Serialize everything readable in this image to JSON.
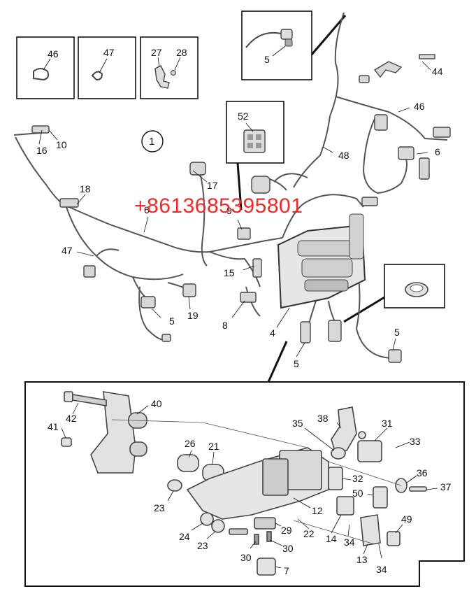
{
  "diagram": {
    "figure_ref": "1",
    "watermark": "+8613685395801",
    "callouts": {
      "c46a": "46",
      "c47a": "47",
      "c27": "27",
      "c28": "28",
      "c5a": "5",
      "c44": "44",
      "c46b": "46",
      "c16": "16",
      "c10": "10",
      "c6a": "6",
      "c52": "52",
      "c48": "48",
      "c17": "17",
      "c18": "18",
      "c6b": "6",
      "c9": "9",
      "c47b": "47",
      "c15": "15",
      "c5b": "5",
      "c19": "19",
      "c8": "8",
      "c4": "4",
      "c5c": "5",
      "c5d": "5",
      "c40": "40",
      "c42": "42",
      "c41": "41",
      "c26": "26",
      "c21": "21",
      "c38": "38",
      "c35": "35",
      "c31": "31",
      "c33": "33",
      "c32": "32",
      "c36": "36",
      "c37": "37",
      "c50": "50",
      "c23a": "23",
      "c12": "12",
      "c24": "24",
      "c23b": "23",
      "c29": "29",
      "c22": "22",
      "c14": "14",
      "c34a": "34",
      "c49": "49",
      "c30a": "30",
      "c30b": "30",
      "c13": "13",
      "c34b": "34",
      "c7": "7"
    }
  }
}
